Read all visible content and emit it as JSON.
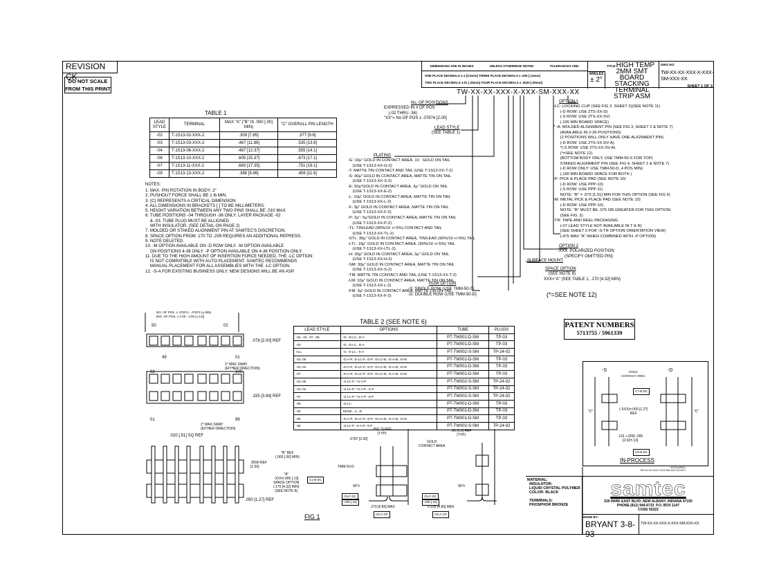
{
  "revision": "REVISION  CK",
  "do_not_scale": [
    "DO NOT SCALE",
    "FROM THIS PRINT"
  ],
  "title_block": {
    "unless_noted": "UNLESS OTHERWISE NOTED",
    "dims_inches": "DIMENSIONS ARE IN INCHES",
    "tolerances": "TOLERANCES ARE:",
    "one_place": "ONE PLACE DECIMALS ±.1 [2.5mm]  THREE PLACE DECIMALS ± .005 [.13mm]",
    "two_place": "TWO PLACE DECIMALS ±.01 [.25mm]  FOUR PLACE DECIMALS ± .0020 [.05mm]",
    "angles_label": "ANGLES",
    "angles_value": "± 2°",
    "title_label": "TITLE:",
    "title_lines": [
      "HIGH  TEMP",
      "2MM  SMT  BOARD",
      "STACKING  TERMINAL",
      "STRIP  ASM"
    ],
    "dwg_label": "DWG NO:",
    "dwg_no": "TW-XX-XX-XXX-X-XXX-SM-XXX-XX",
    "sheet": "SHEET 1 OF 3"
  },
  "part_number": "TW-XX-XX-XXX-X-XXX-SM-XXX-XX",
  "table1": {
    "caption": "TABLE  1",
    "headers": [
      "LEAD STYLE",
      "TERMINAL",
      "MAX \"A\" (\"B\" IS .000 [.00] MIN)",
      "\"C\" OVERALL PIN LENGTH"
    ],
    "rows": [
      [
        "-02",
        "T-1S13-02-XXX-2",
        ".309  [7.85]",
        ".377  [9.6]"
      ],
      [
        "-03",
        "T-1S13-03-XXX-2",
        ".467  [11.86]",
        ".535  [13.6]"
      ],
      [
        "-04",
        "T-1S13-06-XXX-2",
        ".487  [12.37]",
        ".555  [14.1]"
      ],
      [
        "-06",
        "T-1S13-10-XXX-2",
        ".605  [15.37]",
        ".673  [17.1]"
      ],
      [
        "-07",
        "T-1S13-11-XXX-2",
        ".683  [17.35]",
        ".751  [19.1]"
      ],
      [
        "-09",
        "T-1S13-13-XXX-2",
        ".388  [9.86]",
        ".456  [11.6]"
      ]
    ]
  },
  "notes": {
    "heading": "NOTES:",
    "text": "1. MAX. PIN ROTATION IN BODY: 2°\n2. PUSHOUT FORCE SHALL BE 1 lb MIN.\n3. (C) REPRESENTS A CRITICAL DIMENSION\n4. ALL DIMENSIONS IN BRACKETS [ ] TO BE MILLIMETERS.\n5. HEIGHT VARIATION BETWEEN ANY TWO PINS SHALL BE .010 MAX\n6. TUBE POSITIONS -04 THROUGH -36 ONLY; LAYER PACKAGE -02\n    & -03. TUBE PLUG MUST BE ALLIGNED\n    WITH INSULATOR. (SEE DETAIL ON PAGE 2)\n7. MOLDED OR STAKED ALIGNMENT PIN AT SAMTEC'S DISCRETION.\n8. SPACE OPTION FROM .170 TO .209 REQUIRES AN ADDITIONAL REPRESS.\n9. NOTE DELETED.\n10. -M OPTION AVAILABLE ON -D ROW ONLY. -M OPTION AVAILABLE\n    ON POSITIONS 4-36 ONLY. -P OPTION AVAILABLE ON 4-36 POSITION ONLY.\n11. DUE TO THE HIGH AMOUNT OF INSERTION FORCE NEEDED, THE -LC OPTION\n    IS NOT COMPATIBLE WITH AUTO PLACEMENT. SAMTEC RECOMMENDS\n    MANUAL PLACEMENT FOR ALL ASSEMBLIES WITH THE -LC OPTION.\n12. -S-A FOR EXISTING BUSINESS ONLY, NEW DESIGNS WILL BE AN ASP."
  },
  "positions": {
    "heading": "No. OF POSITIONS",
    "text": "EXPRESSED IN # OF POS\n    (-02 THRU -36)\n\"XX\"= No OF POS x .07874 [2.00]"
  },
  "lead_style": {
    "heading": "LEAD STYLE",
    "text": "(SEE TABLE 1)"
  },
  "plating": {
    "heading": "PLATING",
    "text": "-G: 10µ\" GOLD IN CONTACT AREA, 10   GOLD ON TAIL\n    (USE T-1S13-XX-G-2)\n-T: MATTE TIN CONTACT AND TAIL (USE T-1S13-XX-T-2)\n-S: 30µ\" GOLD IN CONTACT AREA, MATTE TIN ON TAIL\n    (USE T-1S13-XX-S-2)\n-E: 50µ\"GOLD IN CONTACT AREA, 3µ\" GOLD ON TAIL\n    (USE T-1S13-XX-E-2)\n-L: 10µ\" GOLD IN CONTACT AREA, MATTE TIN ON TAIL\n    (USE T-1S13-XX-L-2)\n-F: 3µ\" GOLD IN CONTACT AREA, MATTE TIN ON TAIL\n    (USE T-1S13-XX-F-2)\n-P: 2µ\"- 5µ\"GOLD IN CONTACT AREA, MATTE TIN ON TAIL\n    (USE T-1S13-XX-P-2)\n-TL: TIN/LEAD (90%/10 +/-5%) CONTACT AND TAIL\n    (USE T-1S13-XX-TL-2)\n-STL: 30µ\" GOLD IN CONTACT AREA, TIN/LEAD (90%/10 +/-5%) TAIL\n-LTL: 10µ\" GOLD IN CONTACT AREA, (90%/10 +/-5%) TAIL\n    (USE T-1S13-XX-LTL-2).\n-H: 30µ\" GOLD IN CONTACT AREA, 3µ\" GOLD ON TAIL\n    (USE T-1S13-XX-H-2)\n-SM: 30µ\" GOLD IN CONTACT AREA, MATTE TIN ON TAIL\n    (USE T-1S13-XX-S-2)\n-TM: MATTE TIN CONTACT AND TAIL (USE T-1S13-XX-T-2)\n-LM: 10µ\" GOLD IN CONTACT AREA, MATTE TIN ON TAIL\n    (USE T-1S13-XX-L-2)\n-FM: 3µ\" GOLD IN CONTACT AREA, MATTE TIN ON TAIL\n    (USE T-1S13-XX-F-2)"
  },
  "row_option": {
    "heading": "ROW OPTION",
    "text": "-S: SINGLE ROW (USE TMM-50-S)\n-D: DOUBLE ROW (USE TMM-50-D)"
  },
  "option1": {
    "heading": "OPTION 1",
    "text": "-LC: LOCKING CLIP (SEE FIG 2, SHEET 2)(SEE NOTE 11)\n      (-D ROW: USE 2TS-XX-D)\n      (-S ROW: USE 2TS-XX-SV)\n      (.190 MIN BOARD SPACE)\n* -A: MOLDED ALIGNMENT PIN (SEE FIG 3, SHEET 2 & NOTE 7)\n      (AVAILABLE IN 2-36 POSITIONS)\n      (2 POSITIONS WILL ONLY HAVE ONE ALIGNMENT PIN)\n      (-D ROW: USE 2TS-XX-DV-A)\n      *(-S ROW: USE 2TS-XX-SV-A)\n      (*=SEE NOTE 12)\n      (BOTTOM BODY ONLY, USE TMM-50-X FOR TOP)\n      STAKED ALIGNMENT PIN (SEE FIG 4, SHEET 2 & NOTE 7)\n      (-D ROW ONLY: USE TMM-50-D, 4 POS MIN)\n      (.190 MIN BOARD SPACE FOR BOTH )\n-P: PICK & PLACE PAD (SEE NOTE 10)\n      (-D ROW: USE PPP-10)\n      (-S ROW: USE PPP-11)\n      NOTE: \"B\" = .075 [1.91] MIN FOR THIS OPTION (SEE FIG 6)\n-M: METAL PICK & PLACE PAD (SEE NOTE 10)\n      (-D ROW: USE PPP-10)\n      NOTE: \"B\" MUST BE .075 OR GREATER FOR THIS OPTION.\n      (SEE FIG. 5)\n-TR: TAPE AND REEL PACKAGING\n      (-07 LEAD STYLE NOT AVAILABLE IN T & R)\n      (SEE SHEET 3 FOR -S-TR OPTION ORIENTATION VIEW)\n      (.475 MAX \"A\" WHEN COMBINED WITH -P OPTION)"
  },
  "option2": {
    "heading": "OPTION 2",
    "text": "-XXX: POLARIZED POSITION\n      (SPECIFY OMITTED PIN)"
  },
  "surface_mount": "SURFACE MOUNT",
  "space_option": {
    "heading": "SPACE OPTION",
    "text": "    (SEE NOTE 8)\nXXX=\"A\" (SEE TABLE 1, .170 [4.32] MIN)"
  },
  "see_note_12": "(*=SEE NOTE 12)",
  "table2": {
    "caption": "TABLE 2 (SEE NOTE 6)",
    "headers": [
      "LEAD STYLE",
      "OPTIONS",
      "TUBE",
      "PLUGS"
    ],
    "rows": [
      [
        "-02, -04, -07, -09",
        "-D, -D-LC, -D-A",
        "PT-TW001-D-SM",
        "TP-03"
      ],
      [
        "-03",
        "-D, -D-LC, -D-A",
        "PT-TW001-D-SM",
        "TP-03"
      ],
      [
        "ALL",
        "-S, -S-LC, -S-A",
        "PT-TW002-S-SM",
        "TP-24-02"
      ],
      [
        "-02,-09",
        "-D-A-P, -D-LC-P, -D-P, -D-LC-M, -D-A-M, -D-M",
        "PT-TW001-D-SM",
        "TP-03"
      ],
      [
        "-03,-04",
        "-D-A-P, -D-LC-P, -D-P, -D-LC-M, -D-A-M, -D-M",
        "PT-TW001-D-SM",
        "TP-03"
      ],
      [
        "-07",
        "-D-A-P, -D-LC-P, -D-P, -D-LC-M, -D-A-M, -D-M",
        "PT-TW001-D-SM",
        "TP-03"
      ],
      [
        "-02,-09",
        "-S-LC-P, *-S-A-P",
        "PT-TW002-S-SM",
        "TP-24-02"
      ],
      [
        "-03,-04",
        "-S-LC-P, *-S-A-P ,-S-P",
        "PT-TW002-S-SM",
        "TP-24-02"
      ],
      [
        "-07",
        "-S-LC-P, *-S-A-P, -S-P",
        "PT-TW002-S-SM",
        "TP-24-02"
      ],
      [
        "-06",
        "-D-LC",
        "PT-TW001-D-SM",
        "TP-03"
      ],
      [
        "-06",
        "NONE, -A, -D",
        "PT-TW001-D-SM",
        "TP-03"
      ],
      [
        "-06",
        "-D-A-P, -D-LC-P, -D-P, -D-LC-M, -D-A-M, -D-M",
        "PT-TW001-D-SM",
        "TP-03"
      ],
      [
        "-06",
        "-S-LC-P, -S-A-P, -S-P",
        "PT-TW002-S-SM",
        "TP-24-02"
      ]
    ]
  },
  "fig1": {
    "label": "FIG 1",
    "pitch_dim": "NO. OF POS. x .07874 - .07874 (±.005)\n[NO. OF POS. x 2.00 - 2.00 (±.13)]",
    "single_labels": [
      "50",
      "02",
      "49",
      "01"
    ],
    "single_ref": ".078 [2.00] REF",
    "sway1": "2° MAX SWAY\n(EITHER DIRECTION)",
    "double_labels": [
      "02",
      "100",
      "01",
      "99"
    ],
    "double_ref": ".155 [3.94] REF",
    "sway2": "2° MAX SWAY\n(EITHER DIRECTION)",
    "sq_ref": ".020 [.51] SQ REF",
    "b_ref": "\"B\" REF\n(.000 [.00] MIN)",
    "body_ref": ".0590 REF\n[1.50]",
    "a_dim": "\"A\"\n-XXX±.005 [.13]\nSPACE OPTION\n(.170 [4.32] MIN)\n(SEE NOTE 8)",
    "a_datum": "C1-B-DC",
    "tail_ref": ".050 [1.27] REF"
  },
  "side_views": {
    "typ_ref_left": ".05[1.3] REF\n(TYP)",
    "pitch": ".0787 [2.00]",
    "gold": "GOLD\nCONTACT AREA",
    "tmm": "TMM-50-D",
    "angle_left": "90°±",
    "datum_left_1": "C5-F-DC",
    "datum_left_2": ".006 [.15]",
    "max_left": ".270 [6.86] MAX",
    "datum_left_3": "C8-A-CP",
    "typ_ref_right": ".05 [1.3] REF\n(TYP)",
    "angle_right": "90°±",
    "datum_right_1": "C5-F-DC",
    "datum_right_2": ".006 [.15]",
    "max_right": "0.195 [4.95] MAX",
    "datum_right_3": "C8-A-CP"
  },
  "patent": {
    "heading": "PATENT  NUMBERS",
    "numbers": "5713755 / 5961339"
  },
  "in_process": {
    "s_label": "-S",
    "d_label": "-D",
    "gold": "GOLD\nCONTACT AREA",
    "datum_top": "C7-B-DC",
    "xxx_ref": "(-XXX)=.050 [1.27]\nREF",
    "c_label": "\"C\"",
    "tol": ".115 +.000/-.005\n[2.92±.13]",
    "datum_bottom": "C6-B-DC",
    "label": "IN-PROCESS",
    "file_ref": "W:\\SC\\AR001\nTW-XX-XX-XXX-X-XXX-SM-XXX-XX-INT1"
  },
  "material": {
    "text": "MATERIAL:\n  INSULATOR:\n  LIQUID CRYSTAL POLYMER\n  COLOR: BLACK\n\n  TERMINALS:\n  PHOSPHOR BRONZE"
  },
  "company": {
    "name": "samtec",
    "address": "520 PARK EAST BLVD. NEW ALBANY, INDIANA 47150\nPHONE (812) 944-6733  P.O. BOX 1147\nCODE 55322"
  },
  "made_by": {
    "label": "MADE BY:",
    "value": "BRYANT  3-8-93"
  },
  "dwg_no_bottom": "TW-XX-XX-XXX-X-XXX-SM-XXX-XX"
}
